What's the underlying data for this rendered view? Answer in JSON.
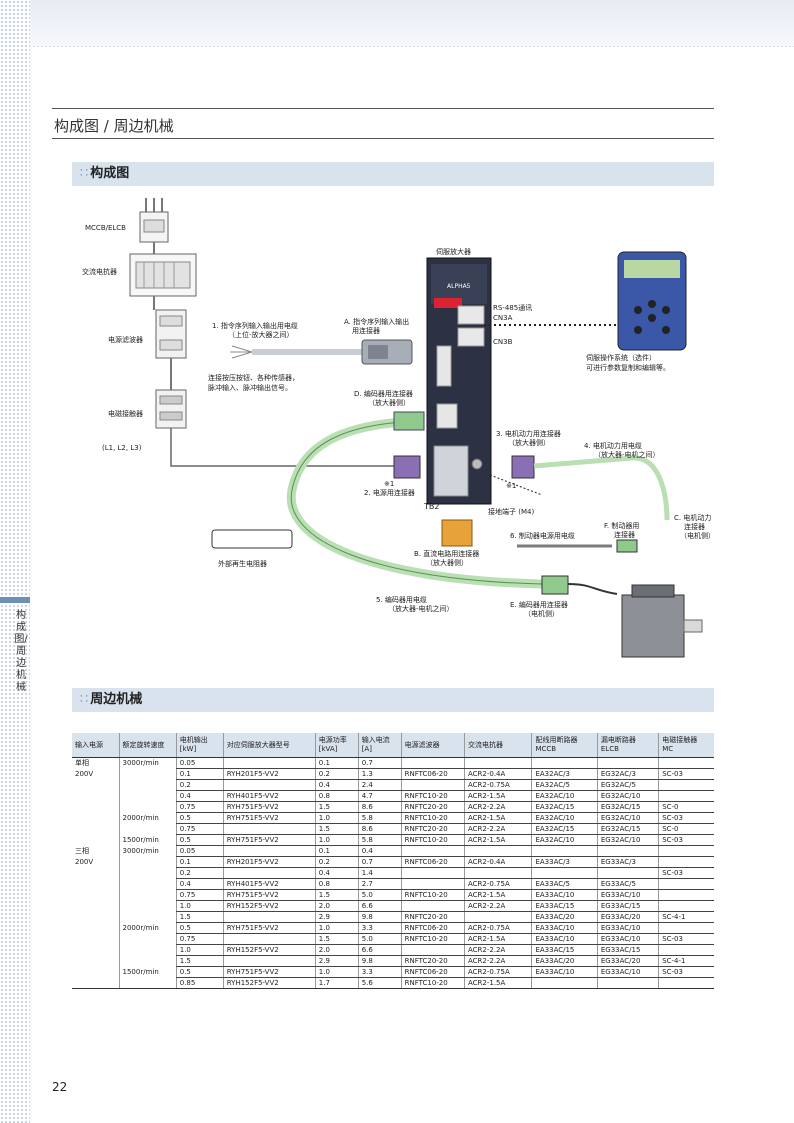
{
  "page_title": "构成图 / 周边机械",
  "side_tab": "构成图/周边机械",
  "page_number": "22",
  "section1": {
    "title": "构成图"
  },
  "section2": {
    "title": "周边机械"
  },
  "diagram": {
    "mccb": "MCCB/ELCB",
    "ac_reactor": "交流电抗器",
    "power_filter": "电源滤波器",
    "contactor": "电磁接触器",
    "lines": "(L1, L2, L3)",
    "amp_title": "伺服放大器",
    "rs485": "RS-485通讯",
    "cn3a": "CN3A",
    "cn3b": "CN3B",
    "keypad_note1": "伺服操作系统（选件）",
    "keypad_note2": "可进行参数复制和编辑等。",
    "cable1_l1": "1. 指令序列输入输出用电缆",
    "cable1_l2": "（上位-放大器之间）",
    "connA_l1": "A. 指令序列输入输出",
    "connA_l2": "用连接器",
    "signals_l1": "连接按压按钮、各种传感器，",
    "signals_l2": "脉冲输入、脉冲输出信号。",
    "connD_l1": "D. 编码器用连接器",
    "connD_l2": "（放大器侧）",
    "conn3_l1": "3. 电机动力用连接器",
    "conn3_l2": "（放大器侧）",
    "cable4_l1": "4. 电机动力用电缆",
    "cable4_l2": "（放大器-电机之间）",
    "note1a": "※1",
    "note1b": "※1",
    "conn2": "2. 电源用连接器",
    "tb2": "TB2",
    "ground": "接地端子 (M4)",
    "connC_l1": "C. 电机动力",
    "connC_l2": "连接器",
    "connC_l3": "（电机侧）",
    "cable6": "6. 制动器电源用电缆",
    "connF_l1": "F. 制动器用",
    "connF_l2": "连接器",
    "connB_l1": "B. 直流电路用连接器",
    "connB_l2": "（放大器侧）",
    "regen": "外部再生电阻器",
    "cable5_l1": "5. 编码器用电缆",
    "cable5_l2": "（放大器-电机之间）",
    "connE_l1": "E. 编码器用连接器",
    "connE_l2": "（电机侧）",
    "brand": "ALPHA5",
    "colors": {
      "cable_green": "#b9dfb3",
      "amp_body": "#2c3143",
      "keypad": "#3b58a8",
      "connector_purple": "#8a6fb4",
      "connector_orange": "#e8a23a"
    }
  },
  "table": {
    "headers": [
      "输入电源",
      "额定旋转速度",
      "电机输出\n[kW]",
      "对应伺服放大器型号",
      "电源功率\n[kVA]",
      "输入电流\n[A]",
      "电源滤波器",
      "交流电抗器",
      "配线用断路器\nMCCB",
      "漏电断路器\nELCB",
      "电磁接触器\nMC"
    ],
    "rows": [
      [
        "单相",
        "3000r/min",
        "0.05",
        "",
        "0.1",
        "0.7",
        "",
        "",
        "",
        "",
        ""
      ],
      [
        "200V",
        "",
        "0.1",
        "RYH201F5-VV2",
        "0.2",
        "1.3",
        "RNFTC06-20",
        "ACR2-0.4A",
        "EA32AC/3",
        "EG32AC/3",
        "SC-03"
      ],
      [
        "",
        "",
        "0.2",
        "",
        "0.4",
        "2.4",
        "",
        "ACR2-0.75A",
        "EA32AC/5",
        "EG32AC/5",
        ""
      ],
      [
        "",
        "",
        "0.4",
        "RYH401F5-VV2",
        "0.8",
        "4.7",
        "RNFTC10-20",
        "ACR2-1.5A",
        "EA32AC/10",
        "EG32AC/10",
        ""
      ],
      [
        "",
        "",
        "0.75",
        "RYH751F5-VV2",
        "1.5",
        "8.6",
        "RNFTC20-20",
        "ACR2-2.2A",
        "EA32AC/15",
        "EG32AC/15",
        "SC-0"
      ],
      [
        "",
        "2000r/min",
        "0.5",
        "RYH751F5-VV2",
        "1.0",
        "5.8",
        "RNFTC10-20",
        "ACR2-1.5A",
        "EA32AC/10",
        "EG32AC/10",
        "SC-03"
      ],
      [
        "",
        "",
        "0.75",
        "",
        "1.5",
        "8.6",
        "RNFTC20-20",
        "ACR2-2.2A",
        "EA32AC/15",
        "EG32AC/15",
        "SC-0"
      ],
      [
        "",
        "1500r/min",
        "0.5",
        "RYH751F5-VV2",
        "1.0",
        "5.8",
        "RNFTC10-20",
        "ACR2-1.5A",
        "EA32AC/10",
        "EG32AC/10",
        "SC-03"
      ],
      [
        "三相",
        "3000r/min",
        "0.05",
        "",
        "0.1",
        "0.4",
        "",
        "",
        "",
        "",
        ""
      ],
      [
        "200V",
        "",
        "0.1",
        "RYH201F5-VV2",
        "0.2",
        "0.7",
        "RNFTC06-20",
        "ACR2-0.4A",
        "EA33AC/3",
        "EG33AC/3",
        ""
      ],
      [
        "",
        "",
        "0.2",
        "",
        "0.4",
        "1.4",
        "",
        "",
        "",
        "",
        "SC-03"
      ],
      [
        "",
        "",
        "0.4",
        "RYH401F5-VV2",
        "0.8",
        "2.7",
        "",
        "ACR2-0.75A",
        "EA33AC/5",
        "EG33AC/5",
        ""
      ],
      [
        "",
        "",
        "0.75",
        "RYH751F5-VV2",
        "1.5",
        "5.0",
        "RNFTC10-20",
        "ACR2-1.5A",
        "EA33AC/10",
        "EG33AC/10",
        ""
      ],
      [
        "",
        "",
        "1.0",
        "RYH152F5-VV2",
        "2.0",
        "6.6",
        "",
        "ACR2-2.2A",
        "EA33AC/15",
        "EG33AC/15",
        ""
      ],
      [
        "",
        "",
        "1.5",
        "",
        "2.9",
        "9.8",
        "RNFTC20-20",
        "",
        "EA33AC/20",
        "EG33AC/20",
        "SC-4-1"
      ],
      [
        "",
        "2000r/min",
        "0.5",
        "RYH751F5-VV2",
        "1.0",
        "3.3",
        "RNFTC06-20",
        "ACR2-0.75A",
        "EA33AC/10",
        "EG33AC/10",
        ""
      ],
      [
        "",
        "",
        "0.75",
        "",
        "1.5",
        "5.0",
        "RNFTC10-20",
        "ACR2-1.5A",
        "EA33AC/10",
        "EG33AC/10",
        "SC-03"
      ],
      [
        "",
        "",
        "1.0",
        "RYH152F5-VV2",
        "2.0",
        "6.6",
        "",
        "ACR2-2.2A",
        "EA33AC/15",
        "EG33AC/15",
        ""
      ],
      [
        "",
        "",
        "1.5",
        "",
        "2.9",
        "9.8",
        "RNFTC20-20",
        "ACR2-2.2A",
        "EA33AC/20",
        "EG33AC/20",
        "SC-4-1"
      ],
      [
        "",
        "1500r/min",
        "0.5",
        "RYH751F5-VV2",
        "1.0",
        "3.3",
        "RNFTC06-20",
        "ACR2-0.75A",
        "EA33AC/10",
        "EG33AC/10",
        "SC-03"
      ],
      [
        "",
        "",
        "0.85",
        "RYH152F5-VV2",
        "1.7",
        "5.6",
        "RNFTC10-20",
        "ACR2-1.5A",
        "",
        "",
        ""
      ]
    ]
  }
}
